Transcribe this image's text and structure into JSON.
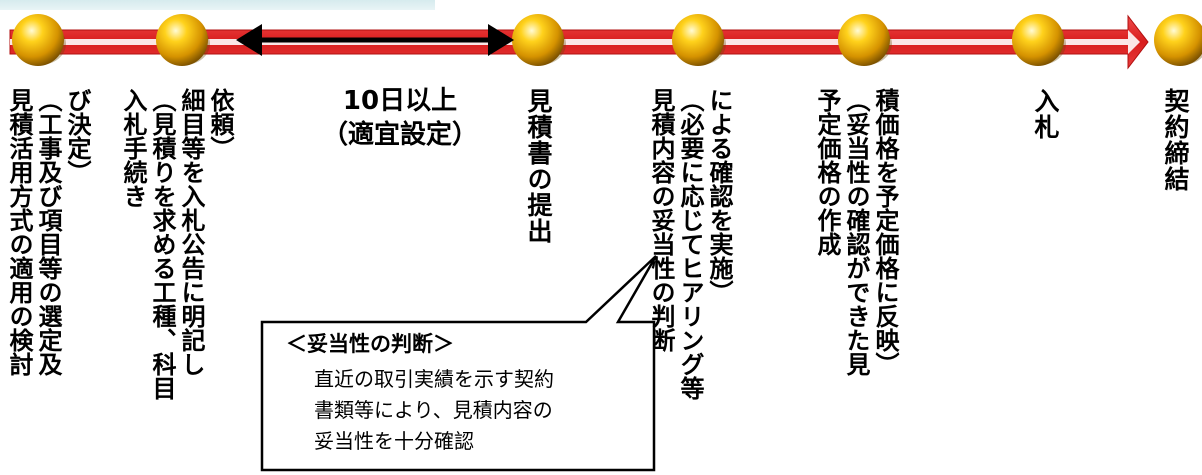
{
  "diagram": {
    "steps": [
      {
        "lines": [
          "び決定）",
          "（工事及び項目等の選定及",
          "見積活用方式の適用の検討"
        ]
      },
      {
        "lines": [
          "依頼）",
          "細目等を入札公告に明記し",
          "（見積りを求める工種、科目",
          "入札手続き"
        ]
      },
      {
        "lines": [
          "見積書の提出"
        ]
      },
      {
        "lines": [
          "による確認を実施）",
          "（必要に応じてヒアリング等",
          "見積内容の妥当性の判断"
        ]
      },
      {
        "lines": [
          "積価格を予定価格に反映）",
          "（妥当性の確認ができた見",
          "予定価格の作成"
        ]
      },
      {
        "lines": [
          "入札"
        ]
      },
      {
        "lines": [
          "契約締結"
        ]
      }
    ],
    "period_lines": [
      "10日以上",
      "（適宜設定）"
    ],
    "callout": {
      "title": "＜妥当性の判断＞",
      "body_lines": [
        "直近の取引実績を示す契約",
        "書類等により、見積内容の",
        "妥当性を十分確認"
      ]
    },
    "colors": {
      "timeline_red": "#e02a2a",
      "node_gold": "#f2b200",
      "node_shadow": "#8a5a00"
    }
  }
}
